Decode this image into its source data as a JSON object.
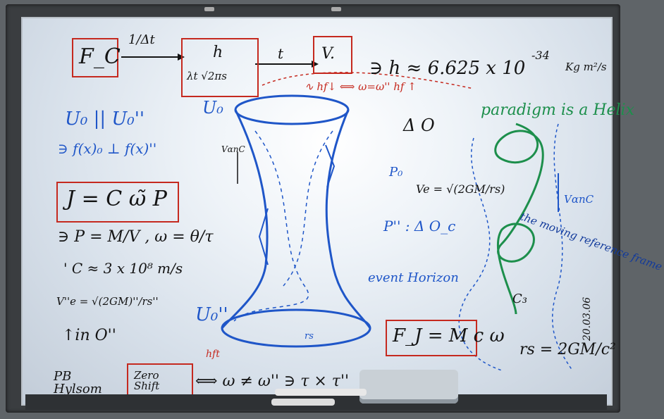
{
  "board": {
    "fc": "F_C",
    "one_over_dt": "1/Δt",
    "h_fraction_num": "h",
    "h_fraction_den": "λt √2πs",
    "t_arrow": "t",
    "v_box": "V.",
    "planck": "∋ h ≈ 6.625 x 10",
    "planck_exp": "-34",
    "planck_unit": "Kg m²/s",
    "hf_red": "∿ hf↓ ⟺ ω=ω'' hf ↑",
    "u_parallel": "U₀ || U₀''",
    "f_perp": "∋ f(x)₀ ⊥ f(x)''",
    "j_eq": "J = C ω̃ P",
    "p_eq": "∋ P = M/V , ω = θ/τ",
    "c_eq": "' C ≈ 3 x 10⁸ m/s",
    "ve_pp": "V''e = √(2GM)''/rs''",
    "in_o": "↑in O''",
    "delta_o": "Δ O",
    "ve_eq": "Ve = √(2GM/rs)",
    "p_dot": "P₀",
    "p_pp": "P'' : Δ O_c",
    "u0_label": "U₀",
    "u0pp_label": "U₀''",
    "vanc_left": "VαnC",
    "vanc_right": "VαnC",
    "paradigm": "paradigm is a Helix",
    "moving_frame": "the moving reference frame",
    "c3": "C₃",
    "event_horizon": "event Horizon",
    "rs_small": "rs",
    "fj_eq": "F_J = M c ω",
    "rs_eq": "rs = 2GM/c²",
    "date": "20.03.06",
    "zero_shift": "Zero Shift",
    "omega_ne": "⟺ ω ≠ ω'' ∋ τ × τ''",
    "hf_low": "hft",
    "signature": "PB Hylsom"
  }
}
